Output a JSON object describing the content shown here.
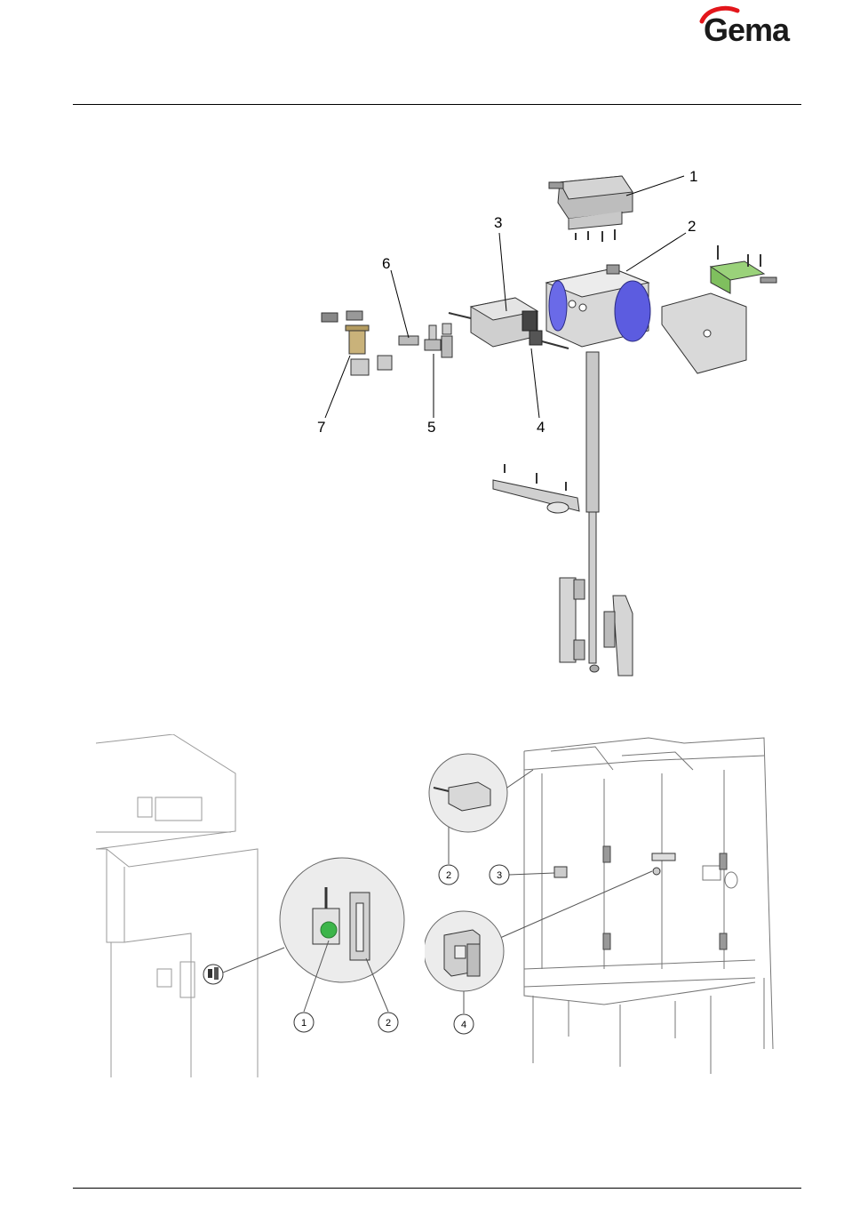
{
  "brand": {
    "logo_text": "Gema",
    "logo_accent_color": "#e3161b",
    "logo_text_color": "#1a1a1a"
  },
  "figure_top": {
    "callouts": [
      "1",
      "2",
      "3",
      "4",
      "5",
      "6",
      "7"
    ],
    "colors": {
      "actuator_cap": "#5c5ce0",
      "sensor": "#9ad27a",
      "fitting": "#c9b27a",
      "metal": "#c8c8c8"
    }
  },
  "figure_bottom": {
    "callouts_left": [
      "1",
      "2"
    ],
    "callouts_right": [
      "2",
      "3",
      "4"
    ],
    "colors": {
      "indicator": "#3cb54a",
      "line": "#555555"
    }
  }
}
